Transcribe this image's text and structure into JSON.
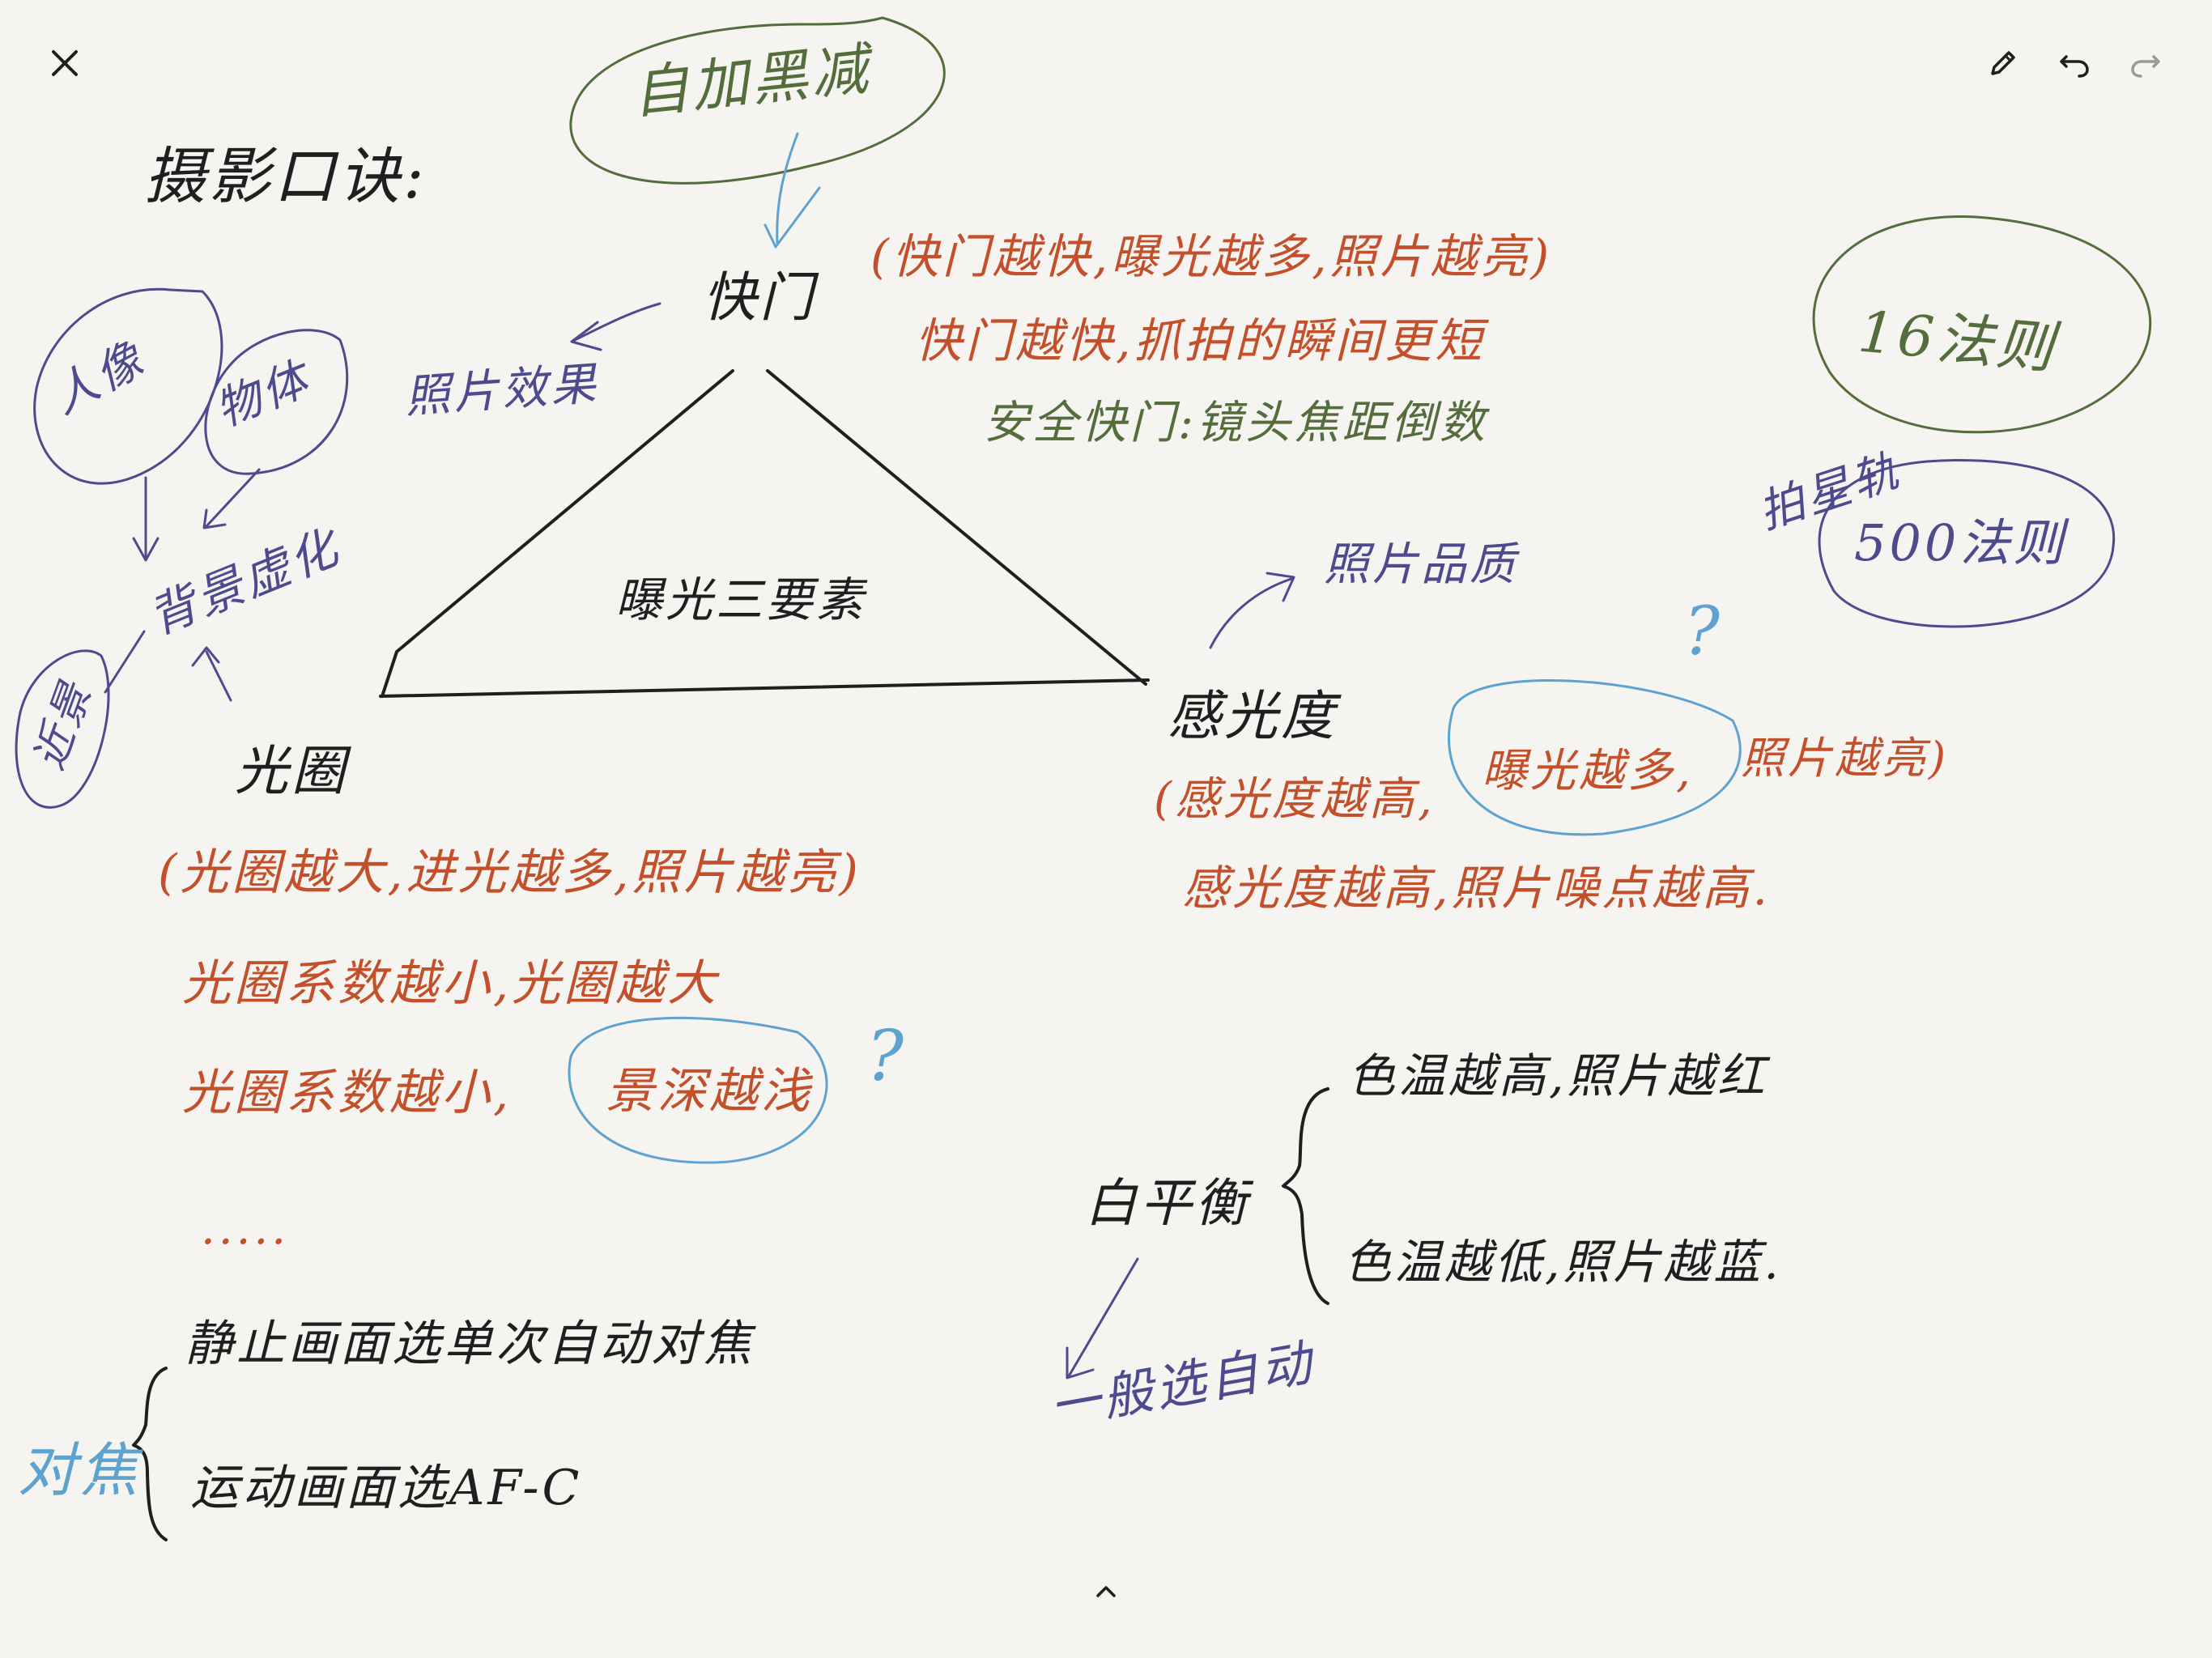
{
  "toolbar": {
    "close_icon": "close-icon",
    "pen_icon": "pencil-icon",
    "undo_icon": "undo-icon",
    "redo_icon": "redo-icon",
    "expand_icon": "chevron-up-icon"
  },
  "colors": {
    "paper": "#f6f4f0",
    "black_ink": "#1f1f1f",
    "orange_ink": "#c3502a",
    "purple_ink": "#4d4a8e",
    "green_ink": "#546d3c",
    "blue_ink": "#5ea3cf",
    "toolbar_active": "#1f1f1f",
    "toolbar_disabled": "#9a9a9a"
  },
  "note": {
    "title": "摄影口诀:",
    "bubble_top": "自加黑减",
    "shutter": {
      "label": "快门",
      "side_note": "照片效果",
      "line1": "(快门越快,曝光越多,照片越亮)",
      "line2": "快门越快,抓拍的瞬间更短",
      "line3": "安全快门:镜头焦距倒数"
    },
    "triangle_center": "曝光三要素",
    "aperture": {
      "label": "光圈",
      "line1": "(光圈越大,进光越多,照片越亮)",
      "line2": "光圈系数越小,光圈越大",
      "line3_prefix": "光圈系数越小,",
      "line3_circled": "景深越浅",
      "question": "?",
      "ellipsis": "....."
    },
    "iso": {
      "label": "感光度",
      "side_note": "照片品质",
      "line1_prefix": "(感光度越高,",
      "line1_circled": "曝光越多,",
      "line1_suffix": "照片越亮)",
      "line2": "感光度越高,照片噪点越高.",
      "question": "?"
    },
    "bubbles_left": {
      "portrait": "人像",
      "object": "物体",
      "background_blur": "背景虚化",
      "near": "近景"
    },
    "rule16": "16法则",
    "star_trail": "拍星轨",
    "rule500": "500法则",
    "focus": {
      "label": "对焦",
      "line1": "静止画面选单次自动对焦",
      "line2": "运动画面选AF-C"
    },
    "white_balance": {
      "label": "白平衡",
      "line1": "色温越高,照片越红",
      "line2": "色温越低,照片越蓝.",
      "note": "一般选自动"
    }
  }
}
